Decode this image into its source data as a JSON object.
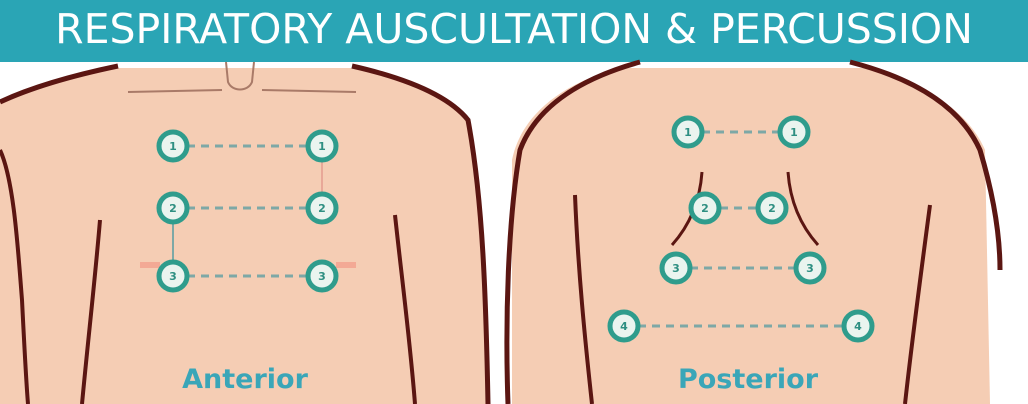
{
  "header": {
    "title": "RESPIRATORY AUSCULTATION & PERCUSSION"
  },
  "colors": {
    "banner": "#2aa5b5",
    "skin": "#f5cdb4",
    "outline": "#5b1612",
    "node_ring": "#2f9c8c",
    "node_fill": "#eaf4ef",
    "connector": "#7da8a6",
    "label": "#3aa6b8"
  },
  "panels": [
    {
      "label": "Anterior",
      "nodes": [
        {
          "id": "a1",
          "number": "1"
        },
        {
          "id": "a2",
          "number": "1"
        },
        {
          "id": "a3",
          "number": "2"
        },
        {
          "id": "a4",
          "number": "2"
        },
        {
          "id": "a5",
          "number": "3"
        },
        {
          "id": "a6",
          "number": "3"
        }
      ]
    },
    {
      "label": "Posterior",
      "nodes": [
        {
          "id": "p1",
          "number": "1"
        },
        {
          "id": "p2",
          "number": "1"
        },
        {
          "id": "p3",
          "number": "2"
        },
        {
          "id": "p4",
          "number": "2"
        },
        {
          "id": "p5",
          "number": "3"
        },
        {
          "id": "p6",
          "number": "3"
        },
        {
          "id": "p7",
          "number": "4"
        },
        {
          "id": "p8",
          "number": "4"
        }
      ]
    }
  ]
}
